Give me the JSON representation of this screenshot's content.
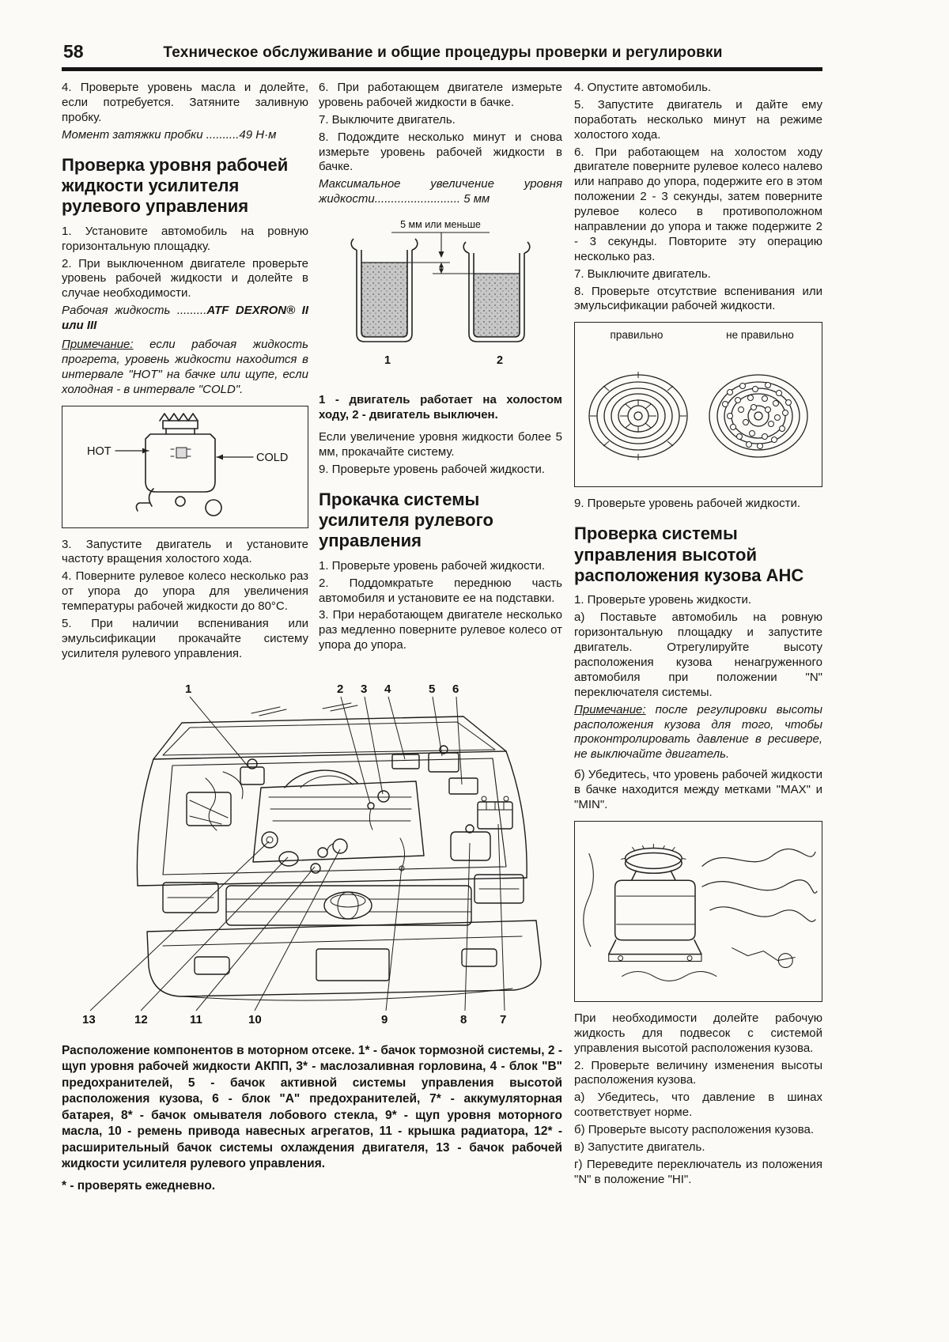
{
  "page": {
    "number": "58",
    "title": "Техническое обслуживание и общие процедуры проверки и регулировки"
  },
  "col1": {
    "p_oil": "4. Проверьте уровень масла и долейте, если потребуется. Затяните заливную пробку.",
    "spec_torque": "Момент затяжки пробки ..........49 Н·м",
    "h_psf": "Проверка уровня рабочей жидкости усилителя рулевого управления",
    "s1": "1. Установите автомобиль на ровную горизонтальную площадку.",
    "s2": "2. При выключенном двигателе проверьте уровень рабочей жидкости и долейте в случае необходимости.",
    "fluid_label": "Рабочая жидкость .........",
    "fluid_value": "ATF DEXRON® II или III",
    "note_label": "Примечание:",
    "note_text": "если рабочая жидкость прогрета, уровень жидкости находится в интервале \"HOT\" на бачке или щупе, если холодная - в интервале \"COLD\".",
    "fig_hot": "HOT",
    "fig_cold": "COLD",
    "s3": "3. Запустите двигатель и установите частоту вращения холостого хода.",
    "s4": "4. Поверните рулевое колесо несколько раз от упора до упора для увеличения температуры рабочей жидкости до 80°C.",
    "s5": "5. При наличии вспенивания или эмульсификации прокачайте систему усилителя рулевого управления."
  },
  "col2": {
    "s6": "6. При работающем двигателе измерьте уровень рабочей жидкости в бачке.",
    "s7": "7. Выключите двигатель.",
    "s8": "8. Подождите несколько минут и снова измерьте уровень рабочей жидкости в бачке.",
    "spec_max": "Максимальное увеличение уровня жидкости.......................... 5 мм",
    "fig_dim": "5 мм или меньше",
    "fig_n1": "1",
    "fig_n2": "2",
    "fig_caption": "1 - двигатель работает на холостом ходу, 2 - двигатель выключен.",
    "p_bleed": "Если увеличение уровня жидкости более 5 мм, прокачайте систему.",
    "s9": "9. Проверьте уровень рабочей жидкости.",
    "h_bleed": "Прокачка системы усилителя рулевого управления",
    "b1": "1. Проверьте уровень рабочей жидкости.",
    "b2": "2. Поддомкратьте переднюю часть автомобиля и установите ее на подставки.",
    "b3": "3. При неработающем двигателе несколько раз медленно поверните рулевое колесо от упора до упора."
  },
  "col3": {
    "s4": "4. Опустите автомобиль.",
    "s5": "5. Запустите двигатель и дайте ему поработать несколько минут на режиме холостого хода.",
    "s6": "6. При работающем на холостом ходу двигателе поверните рулевое колесо налево или направо до упора, подержите его в этом положении 2 - 3 секунды, затем поверните рулевое колесо в противоположном направлении до упора и также подержите 2 - 3 секунды. Повторите эту операцию несколько раз.",
    "s7": "7. Выключите двигатель.",
    "s8": "8. Проверьте отсутствие вспенивания или эмульсификации рабочей жидкости.",
    "fig_ok": "правильно",
    "fig_bad": "не правильно",
    "s9": "9. Проверьте уровень рабочей жидкости.",
    "h_ahc": "Проверка системы управления высотой расположения кузова АНС",
    "a1": "1. Проверьте уровень жидкости.",
    "a1a": "а) Поставьте автомобиль на ровную горизонтальную площадку и запустите двигатель. Отрегулируйте высоту расположения кузова ненагруженного автомобиля при положении \"N\" переключателя системы.",
    "note_label": "Примечание:",
    "note_text": "после регулировки высоты расположения кузова для того, чтобы проконтролировать давление в ресивере, не выключайте двигатель.",
    "a1b": "б) Убедитесь, что уровень рабочей жидкости в бачке находится между метками \"MAX\" и \"MIN\".",
    "p_refill": "При необходимости долейте рабочую жидкость для подвесок с системой управления высотой расположения кузова.",
    "a2": "2. Проверьте величину изменения высоты расположения кузова.",
    "a2a": "а) Убедитесь, что давление в шинах соответствует норме.",
    "a2b": "б) Проверьте высоту расположения кузова.",
    "a2c": "в) Запустите двигатель.",
    "a2d": "г) Переведите переключатель из положения \"N\" в положение \"HI\"."
  },
  "engine_figure": {
    "callouts_top": [
      "1",
      "2",
      "3",
      "4",
      "5",
      "6"
    ],
    "callouts_bottom": [
      "13",
      "12",
      "11",
      "10",
      "9",
      "8",
      "7"
    ],
    "caption": "Расположение компонентов в моторном отсеке. 1* - бачок тормозной системы, 2 - щуп уровня рабочей жидкости АКПП, 3* - маслозаливная горловина, 4 - блок \"В\" предохранителей, 5 - бачок активной системы управления высотой расположения кузова, 6 - блок \"А\" предохранителей, 7* - аккумуляторная батарея, 8* - бачок омывателя лобового стекла, 9* - щуп уровня моторного масла, 10 - ремень привода навесных агрегатов, 11 - крышка радиатора, 12* - расширительный бачок системы охлаждения двигателя, 13 - бачок рабочей жидкости усилителя рулевого управления.",
    "footnote": "* - проверять ежедневно."
  }
}
